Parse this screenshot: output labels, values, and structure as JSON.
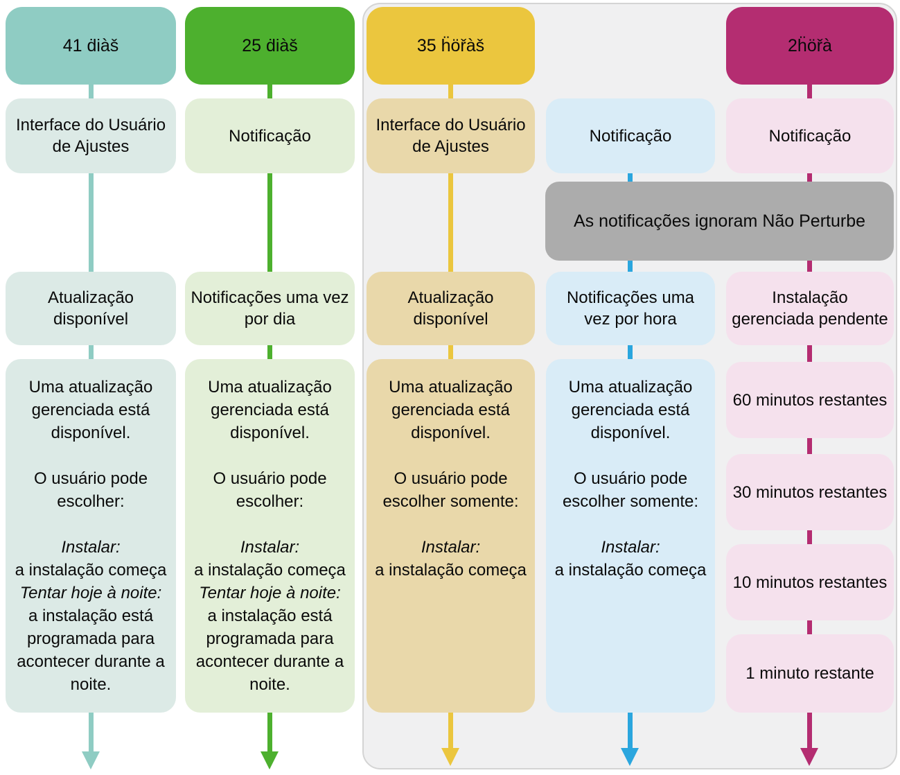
{
  "diagram": {
    "banner": "As notificações ignoram Não Perturbe",
    "columns": {
      "col1": {
        "header": "41 ḋiàš",
        "step1": "Interface do Usuário de Ajustes",
        "step2": "Atualização disponível",
        "detail_intro": "Uma atualização gerenciada está disponível.\n\nO usuário pode escolher:",
        "option1_label": "Instalar:",
        "option1_text": "a instalação começa",
        "option2_label": "Tentar hoje à noite:",
        "option2_text": "a instalação está programada para acontecer durante a noite."
      },
      "col2": {
        "header": "25 ḋiàš",
        "step1": "Notificação",
        "step2": "Notificações uma vez por dia",
        "detail_intro": "Uma atualização gerenciada está disponível.\n\nO usuário pode escolher:",
        "option1_label": "Instalar:",
        "option1_text": "a instalação começa",
        "option2_label": "Tentar hoje à noite:",
        "option2_text": "a instalação está programada para acontecer durante a noite."
      },
      "col3": {
        "header": "35 ḧöřàš",
        "step1": "Interface do Usuário de Ajustes",
        "step2": "Atualização disponível",
        "detail_intro": "Uma atualização gerenciada está disponível.\n\nO usuário pode escolher somente:",
        "option1_label": "Instalar:",
        "option1_text": "a instalação começa"
      },
      "col4": {
        "step1": "Notificação",
        "step2": "Notificações uma vez por hora",
        "detail_intro": "Uma atualização gerenciada está disponível.\n\nO usuário pode escolher somente:",
        "option1_label": "Instalar:",
        "option1_text": "a instalação começa"
      },
      "col5": {
        "header": "2ḧöřà",
        "step1": "Notificação",
        "step2": "Instalação gerenciada pendente",
        "countdown": [
          "60 minutos restantes",
          "30 minutos restantes",
          "10 minutos restantes",
          "1 minuto restante"
        ]
      }
    },
    "colors": {
      "teal": "#8fccc3",
      "teal_light": "#dceae6",
      "green": "#4db02e",
      "green_light": "#e3efd8",
      "gold": "#ebc63e",
      "gold_light": "#e9d8aa",
      "blue": "#2ba6de",
      "blue_light": "#d9ecf7",
      "magenta": "#b42d71",
      "magenta_light": "#f5e1ed",
      "banner_gray": "#acacac",
      "panel_gray": "#f0f0f1"
    }
  }
}
